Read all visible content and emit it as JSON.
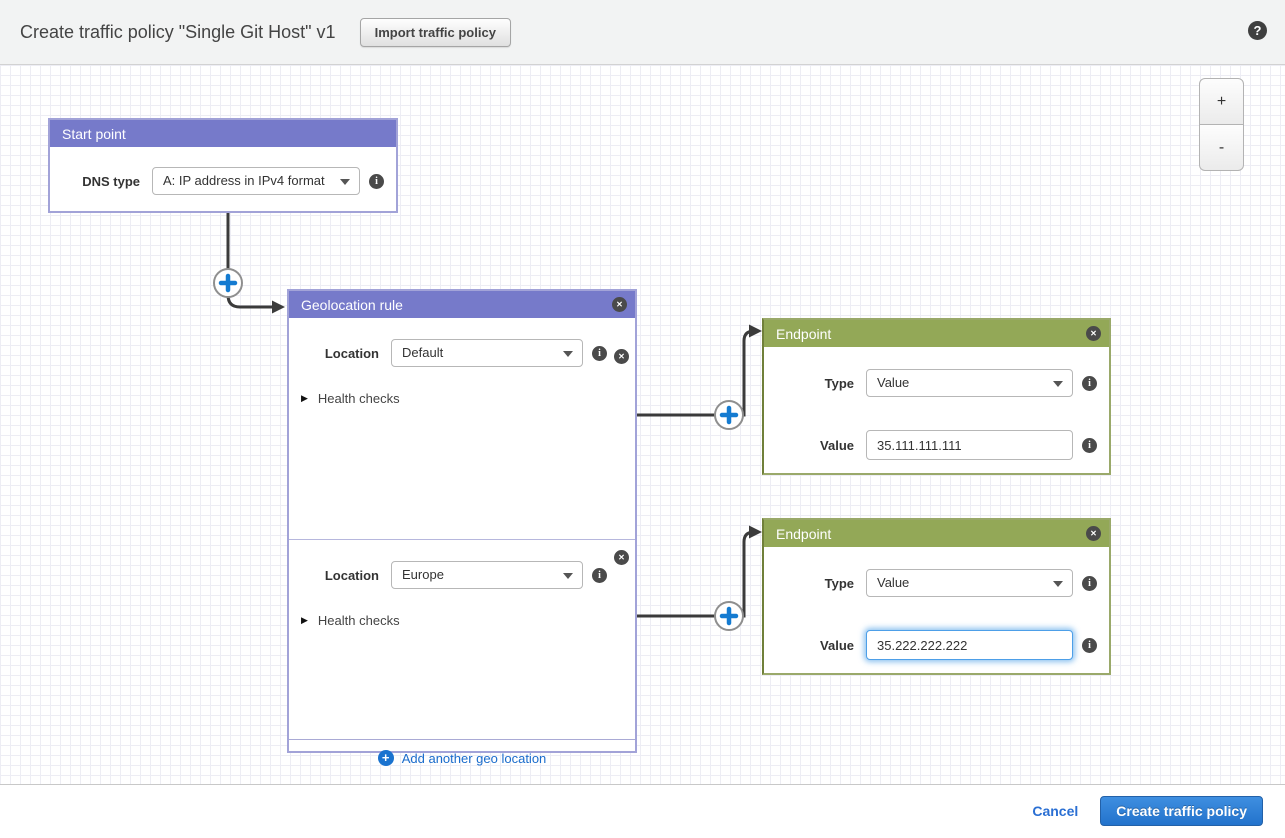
{
  "header": {
    "title": "Create traffic policy \"Single Git Host\" v1",
    "import_button": "Import traffic policy",
    "help_icon": "?"
  },
  "canvas": {
    "zoom_in": "+",
    "zoom_out": "-",
    "start_point": {
      "title": "Start point",
      "dns_type_label": "DNS type",
      "dns_type_value": "A: IP address in IPv4 format"
    },
    "geolocation_rule": {
      "title": "Geolocation rule",
      "sections": [
        {
          "location_label": "Location",
          "location_value": "Default",
          "health_checks_label": "Health checks"
        },
        {
          "location_label": "Location",
          "location_value": "Europe",
          "health_checks_label": "Health checks"
        }
      ],
      "add_link": "Add another geo location"
    },
    "endpoints": [
      {
        "title": "Endpoint",
        "type_label": "Type",
        "type_value": "Value",
        "value_label": "Value",
        "value": "35.111.111.111"
      },
      {
        "title": "Endpoint",
        "type_label": "Type",
        "type_value": "Value",
        "value_label": "Value",
        "value": "35.222.222.222"
      }
    ]
  },
  "footer": {
    "cancel": "Cancel",
    "create_button": "Create traffic policy"
  },
  "colors": {
    "rule_header_purple": "#767aca",
    "endpoint_header_green": "#93a857",
    "link_blue": "#1a6ccc",
    "primary_button_blue": "#2373cc",
    "connector_gray": "#3b3b3b",
    "plus_blue": "#147bd1"
  }
}
